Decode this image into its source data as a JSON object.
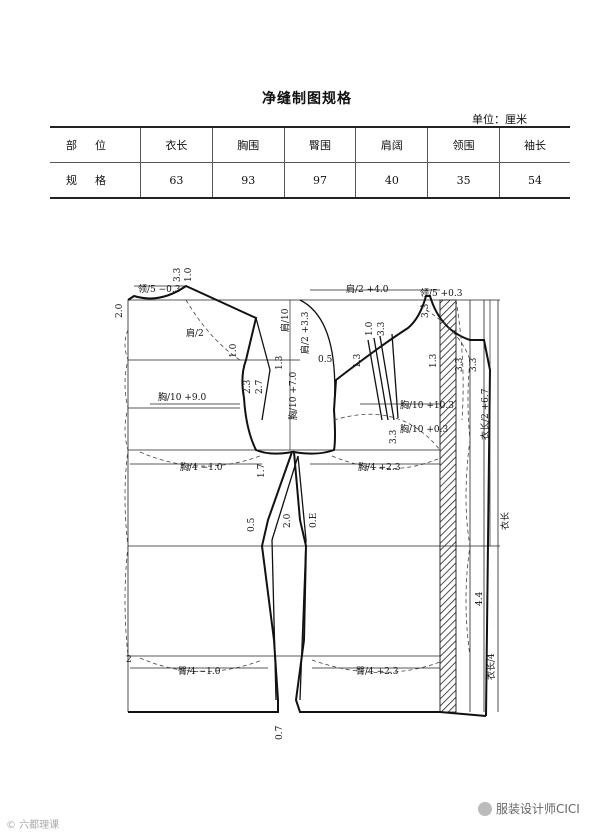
{
  "title": "净缝制图规格",
  "unit": "单位：厘米",
  "table": {
    "header_label": "部位",
    "row_label": "规格",
    "columns": [
      "衣长",
      "胸围",
      "臀围",
      "肩阔",
      "领围",
      "袖长"
    ],
    "values": [
      "63",
      "93",
      "97",
      "40",
      "35",
      "54"
    ]
  },
  "draft_labels": {
    "collar_back": "领/5 −0.3",
    "collar_front": "领/5 +0.3",
    "val_3_3": "3.3",
    "val_1_0": "1.0",
    "val_2_0": "2.0",
    "shoulder_half": "肩/2",
    "shoulder_half_plus": "肩/2 +4.0",
    "val_2_7": "2.7",
    "val_2_3": "2.3",
    "val_1_3": "1.3",
    "shoulder_10": "肩/10",
    "shoulder_plus_3_3": "肩/2 +3.3",
    "val_0_5": "0.5",
    "chest_10_plus_9": "胸/10 +9.0",
    "chest_10_plus_7": "胸/10 +7.0",
    "chest_10_plus_10_3": "胸/10 +10.3",
    "chest_10_plus_0_3": "胸/10 +0.3",
    "chest_4_minus_1": "胸/4 −1.0",
    "chest_4_plus_2_3": "胸/4 +2.3",
    "val_1_7": "1.7",
    "val_0_E": "0.E",
    "val_4_4": "4.4",
    "length_2_plus_6_7": "衣长/2 +6.7",
    "length": "衣长",
    "length_4": "衣长/4",
    "hip_4_minus_1": "臀/4 −1.0",
    "hip_4_plus_2_3": "臀/4 +2.3",
    "val_0_7": "0.7",
    "val_2_small": "2"
  },
  "watermark_left": "© 六都理课",
  "watermark_right": "服装设计师CICI"
}
